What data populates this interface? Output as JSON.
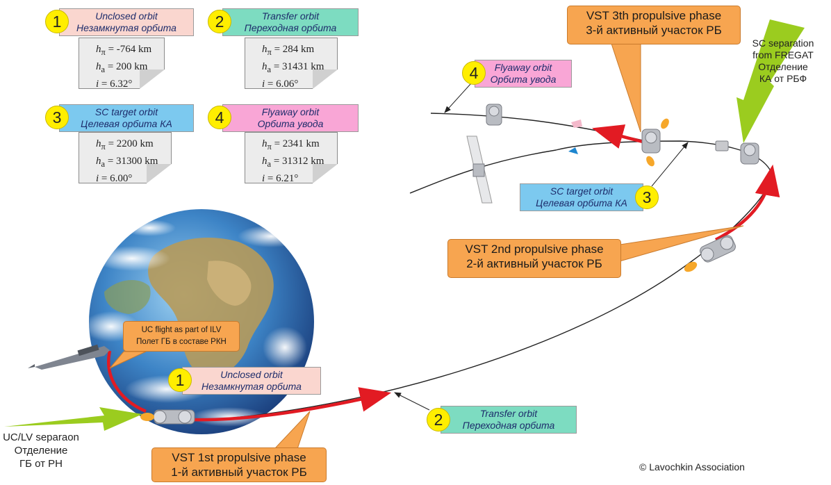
{
  "orbits": {
    "unclosed": {
      "num": "1",
      "en": "Unclosed orbit",
      "ru": "Незамкнутая орбита"
    },
    "transfer": {
      "num": "2",
      "en": "Transfer orbit",
      "ru": "Переходная орбита"
    },
    "target": {
      "num": "3",
      "en": "SC target orbit",
      "ru": "Целевая орбита КА"
    },
    "flyaway": {
      "num": "4",
      "en": "Flyaway orbit",
      "ru": "Орбита увода"
    }
  },
  "params": {
    "unclosed": {
      "hp": "-764 km",
      "ha": "200 km",
      "i": "6.32°"
    },
    "transfer": {
      "hp": "284 km",
      "ha": "31431 km",
      "i": "6.06°"
    },
    "target": {
      "hp": "2200 km",
      "ha": "31300 km",
      "i": "6.00°"
    },
    "flyaway": {
      "hp": "2341 km",
      "ha": "31312 km",
      "i": "6.21°"
    }
  },
  "phases": {
    "p1": {
      "en": "VST 1st propulsive phase",
      "ru": "1-й активный участок РБ"
    },
    "p2": {
      "en": "VST 2nd propulsive phase",
      "ru": "2-й активный участок РБ"
    },
    "p3": {
      "en": "VST 3th propulsive phase",
      "ru": "3-й активный участок РБ"
    }
  },
  "events": {
    "uc_flight": {
      "en": "UC flight as part of ILV",
      "ru": "Полет ГБ в составе РКН"
    },
    "uc_sep": {
      "l1": "UC/LV separaon",
      "l2": "Отделение",
      "l3": "ГБ от РН"
    },
    "sc_sep": {
      "l1": "SC separation",
      "l2": "from FREGAT",
      "l3": "Отделение",
      "l4": "КА от РБФ"
    }
  },
  "copyright": "© Lavochkin Association",
  "colors": {
    "burn": "#e21b23",
    "callout": "#f7a550",
    "arrow_green": "#9bcc1f",
    "number_badge": "#ffee00"
  }
}
